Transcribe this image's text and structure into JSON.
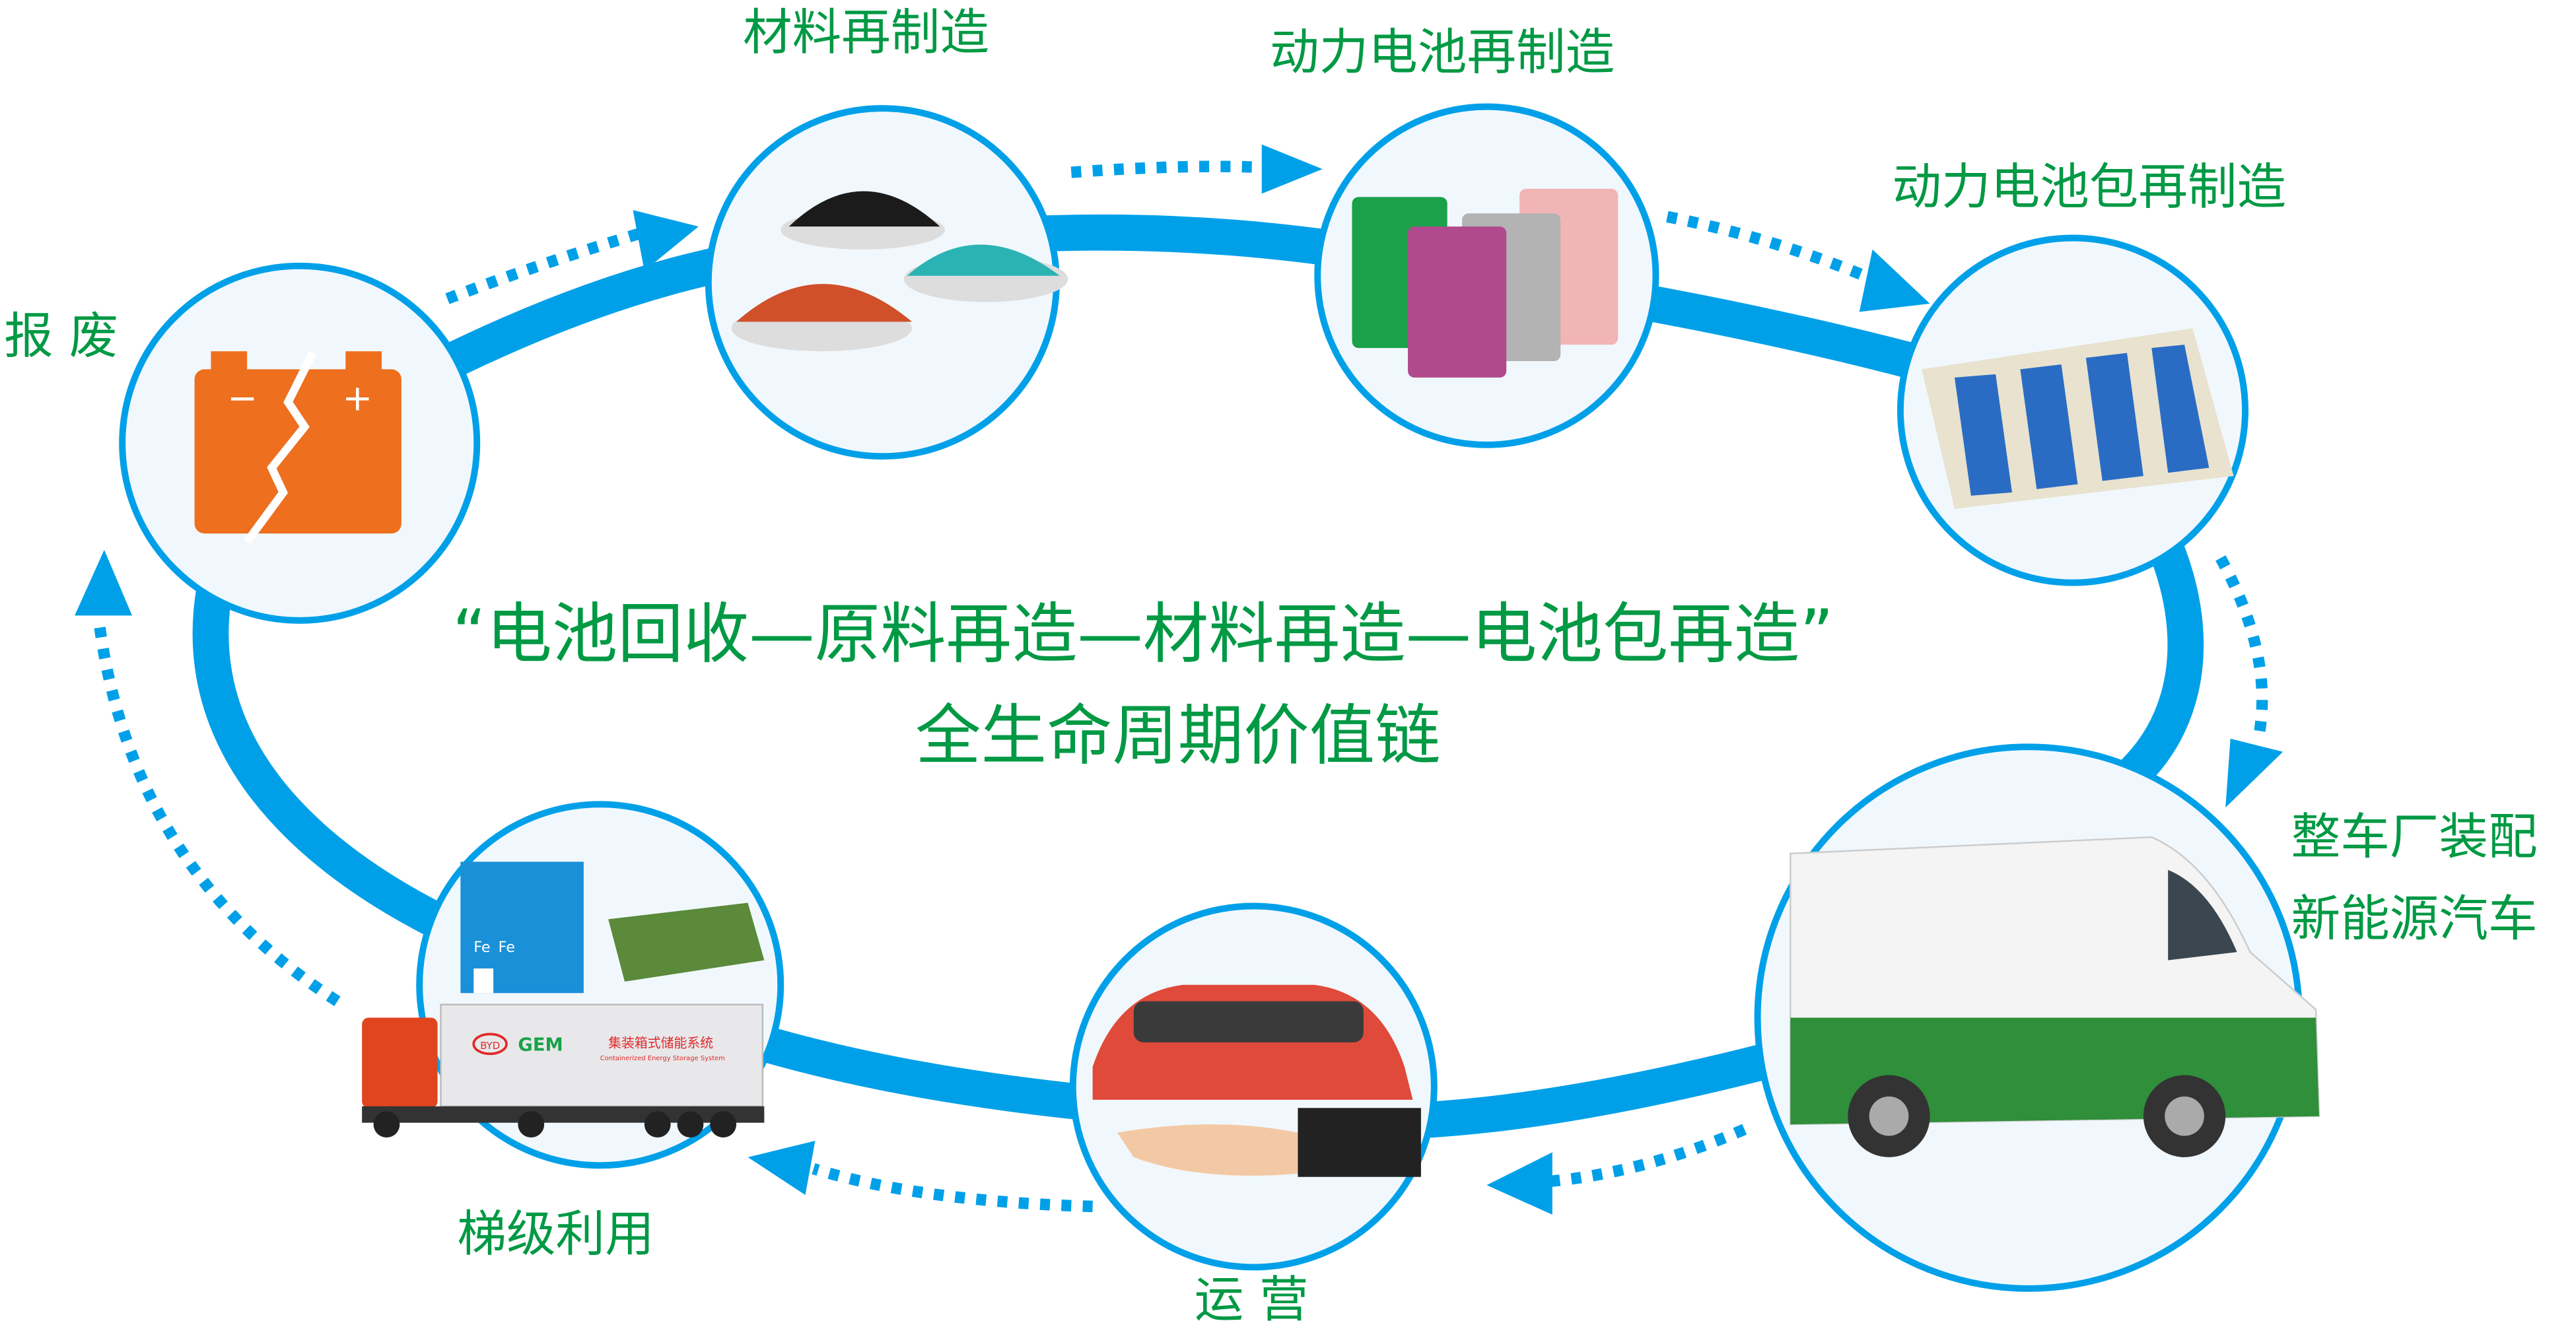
{
  "center_title": {
    "line1": "“电池回收—原料再造—材料再造—电池包再造”",
    "line2": "全生命周期价值链"
  },
  "stages": {
    "scrap": "报 废",
    "material": "材料再制造",
    "cell": "动力电池再制造",
    "pack": "动力电池包再制造",
    "assembly_line1": "整车厂装配",
    "assembly_line2": "新能源汽车",
    "operation": "运 营",
    "cascade": "梯级利用"
  },
  "images": {
    "battery_minus": "−",
    "battery_plus": "+",
    "fe1": "Fe",
    "fe2": "Fe",
    "byd_logo": "BYD",
    "gem_logo": "GEM",
    "container_cn": "集装箱式储能系统",
    "container_en": "Containerized Energy Storage System"
  },
  "colors": {
    "accent_blue": "#00a0e9",
    "text_green": "#009944",
    "battery_orange": "#ee6f1e"
  }
}
